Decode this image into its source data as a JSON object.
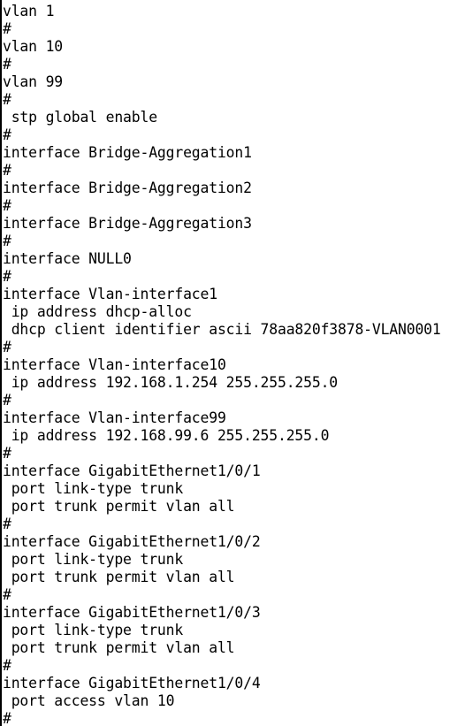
{
  "config": {
    "lines": [
      "vlan 1",
      "#",
      "vlan 10",
      "#",
      "vlan 99",
      "#",
      " stp global enable",
      "#",
      "interface Bridge-Aggregation1",
      "#",
      "interface Bridge-Aggregation2",
      "#",
      "interface Bridge-Aggregation3",
      "#",
      "interface NULL0",
      "#",
      "interface Vlan-interface1",
      " ip address dhcp-alloc",
      " dhcp client identifier ascii 78aa820f3878-VLAN0001",
      "#",
      "interface Vlan-interface10",
      " ip address 192.168.1.254 255.255.255.0",
      "#",
      "interface Vlan-interface99",
      " ip address 192.168.99.6 255.255.255.0",
      "#",
      "interface GigabitEthernet1/0/1",
      " port link-type trunk",
      " port trunk permit vlan all",
      "#",
      "interface GigabitEthernet1/0/2",
      " port link-type trunk",
      " port trunk permit vlan all",
      "#",
      "interface GigabitEthernet1/0/3",
      " port link-type trunk",
      " port trunk permit vlan all",
      "#",
      "interface GigabitEthernet1/0/4",
      " port access vlan 10",
      "#"
    ]
  }
}
